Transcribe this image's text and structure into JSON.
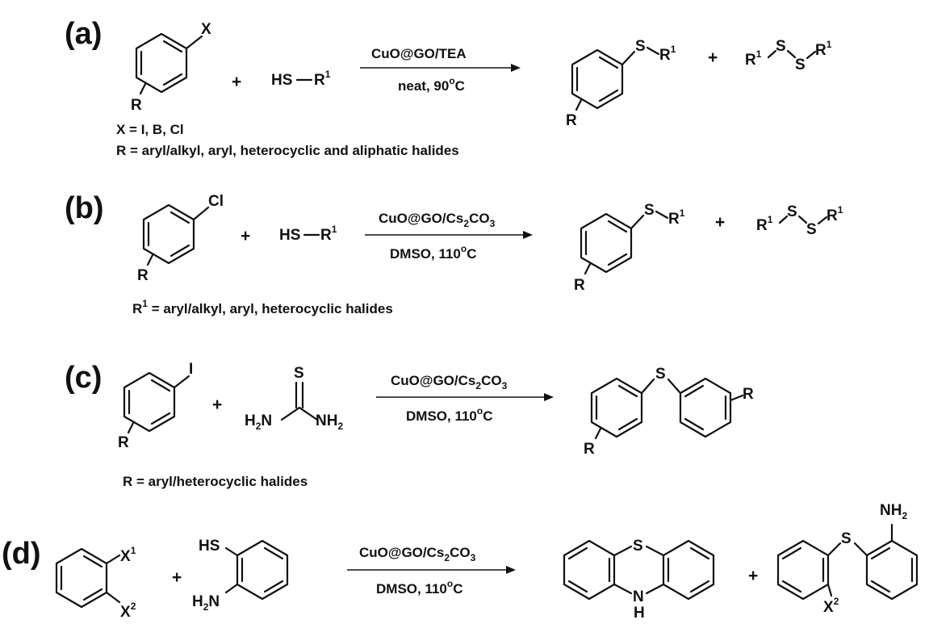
{
  "panels": {
    "a": {
      "label": "(a)",
      "reactant1_sub": "X",
      "reactant1_r": "R",
      "plus1": "+",
      "thiol": "HS",
      "thiol_dash": "−",
      "thiol_r": "R",
      "thiol_r_sup": "1",
      "cond_top": "CuO@GO/TEA",
      "cond_bottom": "neat, 90",
      "cond_bottom_deg": "o",
      "cond_bottom_unit": "C",
      "product_s": "S",
      "product_r1": "R",
      "product_r1_sup": "1",
      "product_r": "R",
      "plus2": "+",
      "disulfide_r_left": "R",
      "disulfide_r_left_sup": "1",
      "disulfide_s1": "S",
      "disulfide_s2": "S",
      "disulfide_r_right": "R",
      "disulfide_r_right_sup": "1",
      "note1": "X = I, B, Cl",
      "note2": "R = aryl/alkyl, aryl, heterocyclic and aliphatic halides"
    },
    "b": {
      "label": "(b)",
      "reactant1_sub": "Cl",
      "reactant1_r": "R",
      "plus1": "+",
      "thiol": "HS",
      "thiol_dash": "−",
      "thiol_r": "R",
      "thiol_r_sup": "1",
      "cond_top_main": "CuO@GO/Cs",
      "cond_top_sub1": "2",
      "cond_top_mid": "CO",
      "cond_top_sub2": "3",
      "cond_bottom": "DMSO, 110",
      "cond_bottom_deg": "o",
      "cond_bottom_unit": "C",
      "product_s": "S",
      "product_r1": "R",
      "product_r1_sup": "1",
      "product_r": "R",
      "plus2": "+",
      "disulfide_r_left": "R",
      "disulfide_r_left_sup": "1",
      "disulfide_s1": "S",
      "disulfide_s2": "S",
      "disulfide_r_right": "R",
      "disulfide_r_right_sup": "1",
      "note_r": "R",
      "note_r_sup": "1",
      "note_rest": " = aryl/alkyl, aryl, heterocyclic halides"
    },
    "c": {
      "label": "(c)",
      "reactant1_sub": "I",
      "reactant1_r": "R",
      "plus1": "+",
      "thiourea_s": "S",
      "thiourea_h2n_main": "H",
      "thiourea_h2n_sub": "2",
      "thiourea_h2n_n": "N",
      "thiourea_nh2_main": "NH",
      "thiourea_nh2_sub": "2",
      "cond_top_main": "CuO@GO/Cs",
      "cond_top_sub1": "2",
      "cond_top_mid": "CO",
      "cond_top_sub2": "3",
      "cond_bottom": "DMSO, 110",
      "cond_bottom_deg": "o",
      "cond_bottom_unit": "C",
      "product_s": "S",
      "product_r_left": "R",
      "product_r_right": "R",
      "note": "R = aryl/heterocyclic halides"
    },
    "d": {
      "label": "(d)",
      "reactant1_x1": "X",
      "reactant1_x1_sup": "1",
      "reactant1_x2": "X",
      "reactant1_x2_sup": "2",
      "plus1": "+",
      "aminothiol_hs": "HS",
      "aminothiol_h2n_main": "H",
      "aminothiol_h2n_sub": "2",
      "aminothiol_h2n_n": "N",
      "cond_top_main": "CuO@GO/Cs",
      "cond_top_sub1": "2",
      "cond_top_mid": "CO",
      "cond_top_sub2": "3",
      "cond_bottom": "DMSO, 110",
      "cond_bottom_deg": "o",
      "cond_bottom_unit": "C",
      "phenothiazine_s": "S",
      "phenothiazine_n": "N",
      "phenothiazine_h": "H",
      "plus2": "+",
      "product2_s": "S",
      "product2_nh2_main": "NH",
      "product2_nh2_sub": "2",
      "product2_x": "X",
      "product2_x_sup": "2"
    }
  }
}
